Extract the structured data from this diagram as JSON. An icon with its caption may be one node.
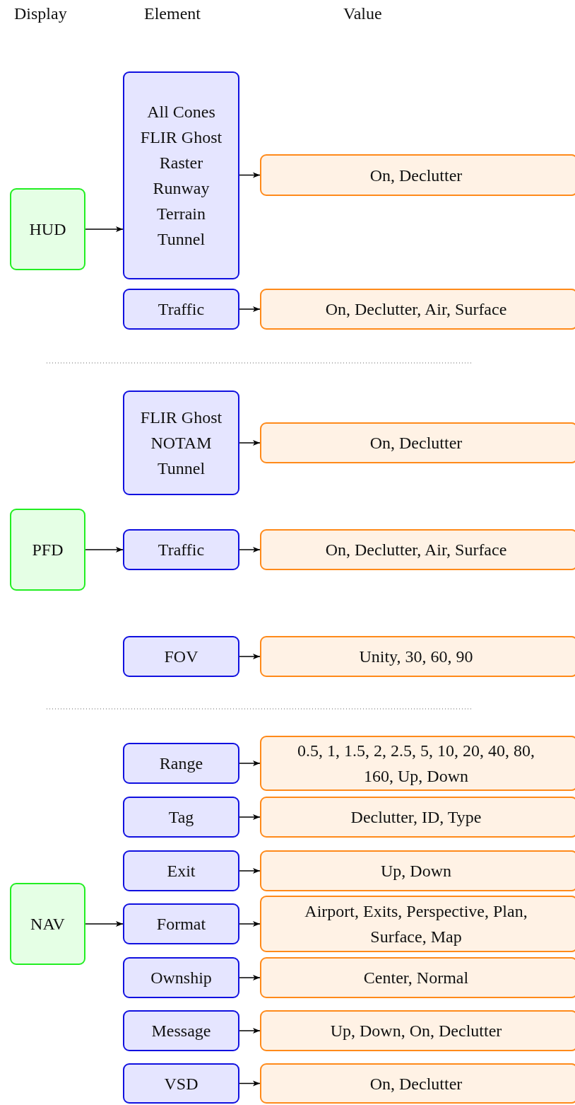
{
  "diagram": {
    "nodes": [
      {
        "text": [
          "HUD"
        ]
      },
      {
        "text": [
          "All Cones FLIR Ghost Raster Runway Terrain Tunnel"
        ]
      },
      {
        "text": [
          "On, Declutter"
        ]
      },
      {
        "text": [
          "Traffic"
        ]
      },
      {
        "text": [
          "On, Declutter, Air, Surface"
        ]
      },
      {
        "text": [
          "FLIR Ghost NOTAM Tunnel"
        ]
      },
      {
        "text": [
          "On, Declutter"
        ]
      },
      {
        "text": [
          "PFD"
        ]
      },
      {
        "text": [
          "Traffic"
        ]
      },
      {
        "text": [
          "On, Declutter, Air, Surface"
        ]
      },
      {
        "text": [
          "FOV"
        ]
      },
      {
        "text": [
          "Unity, 30, 60, 90"
        ]
      },
      {
        "text": [
          "Range"
        ]
      },
      {
        "text": [
          "0.5, 1, 1.5, 2, 2.5, 5, 10, 20, 40, 80, 160, Up, Down"
        ]
      },
      {
        "text": [
          "Tag"
        ]
      },
      {
        "text": [
          "Declutter, ID, Type"
        ]
      },
      {
        "text": [
          "Exit"
        ]
      },
      {
        "text": [
          "Up, Down"
        ]
      },
      {
        "text": [
          "NAV"
        ]
      },
      {
        "text": [
          "Format"
        ]
      },
      {
        "text": [
          "Airport, Exits, Perspective, Plan, Surface, Map"
        ]
      },
      {
        "text": [
          "Ownship"
        ]
      },
      {
        "text": [
          "Center, Normal"
        ]
      },
      {
        "text": [
          "Message"
        ]
      },
      {
        "text": [
          "Up, Down, On, Declutter"
        ]
      },
      {
        "text": [
          "VSD"
        ]
      },
      {
        "text": [
          "On, Declutter"
        ]
      }
    ],
    "edges": [
      {
        "from": 0,
        "to": 1,
        "arrow": "to"
      },
      {
        "from": 1,
        "to": 2,
        "arrow": "to"
      },
      {
        "from": 3,
        "to": 4,
        "arrow": "to"
      },
      {
        "from": 5,
        "to": 6,
        "arrow": "to"
      },
      {
        "from": 7,
        "to": 8,
        "arrow": "to"
      },
      {
        "from": 8,
        "to": 9,
        "arrow": "to"
      },
      {
        "from": 10,
        "to": 11,
        "arrow": "to"
      },
      {
        "from": 12,
        "to": 13,
        "arrow": "to"
      },
      {
        "from": 14,
        "to": 15,
        "arrow": "to"
      },
      {
        "from": 16,
        "to": 17,
        "arrow": "to"
      },
      {
        "from": 18,
        "to": 19,
        "arrow": "to"
      },
      {
        "from": 19,
        "to": 20,
        "arrow": "to"
      },
      {
        "from": 21,
        "to": 22,
        "arrow": "to"
      },
      {
        "from": 23,
        "to": 24,
        "arrow": "to"
      },
      {
        "from": 25,
        "to": 26,
        "arrow": "to"
      }
    ],
    "labels": [
      "Display",
      "Element",
      "Value"
    ]
  }
}
